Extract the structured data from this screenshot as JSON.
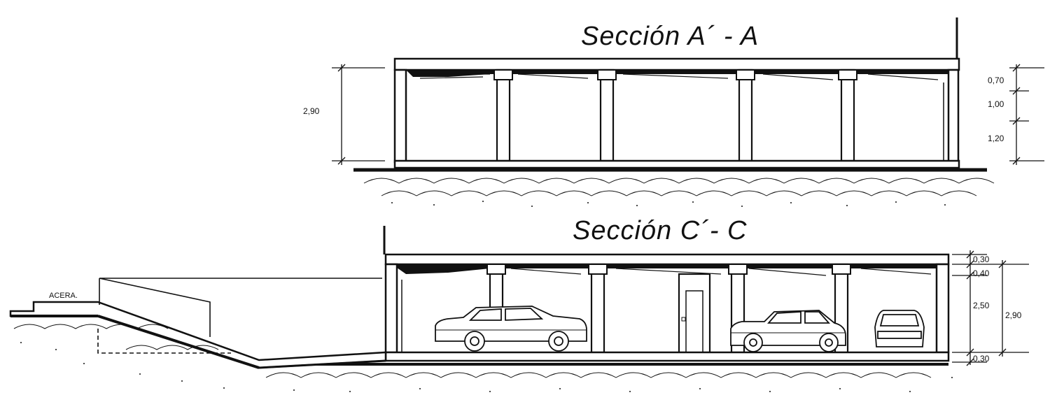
{
  "section_aa": {
    "title": "Sección  A´ - A",
    "dim_total": "2,90",
    "dim_top": "0,70",
    "dim_mid": "1,00",
    "dim_bottom": "1,20"
  },
  "section_cc": {
    "title": "Sección  C´- C",
    "sidewalk_label": "ACERA.",
    "dim_slab_top": "0,30",
    "dim_beam": "0,40",
    "dim_clear": "2,50",
    "dim_total": "2,90",
    "dim_floor": "0,30"
  }
}
